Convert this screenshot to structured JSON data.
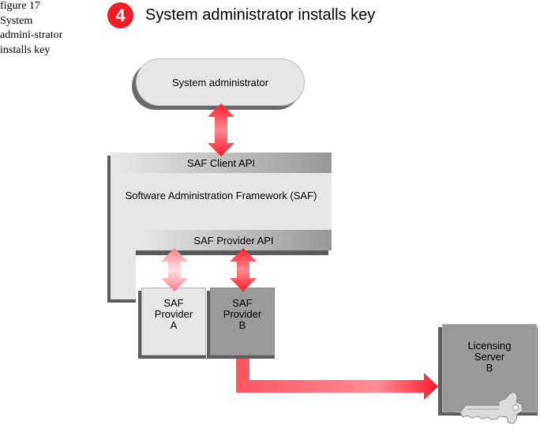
{
  "caption": {
    "lines": [
      "figure 17",
      "System",
      "admini-strator",
      "installs key"
    ]
  },
  "step": {
    "number": "4",
    "title": "System administrator installs key",
    "badge_color": "#ee1c25"
  },
  "nodes": {
    "system_admin": "System administrator",
    "saf_client_api": "SAF Client API",
    "saf_framework": "Software Administration Framework (SAF)",
    "saf_provider_api": "SAF Provider API",
    "provider_a": [
      "SAF",
      "Provider",
      "A"
    ],
    "provider_b": [
      "SAF",
      "Provider",
      "B"
    ],
    "licensing_server": [
      "Licensing",
      "Server",
      "B"
    ]
  },
  "icons": {
    "key": "key-icon",
    "arrows": "double-arrow-icon"
  },
  "colors": {
    "arrow_strong": "#ff1a2a",
    "arrow_light": "#ff8a92",
    "box_light": "#e6e6e6",
    "box_dark": "#999999",
    "shadow": "#5a5a5a"
  }
}
